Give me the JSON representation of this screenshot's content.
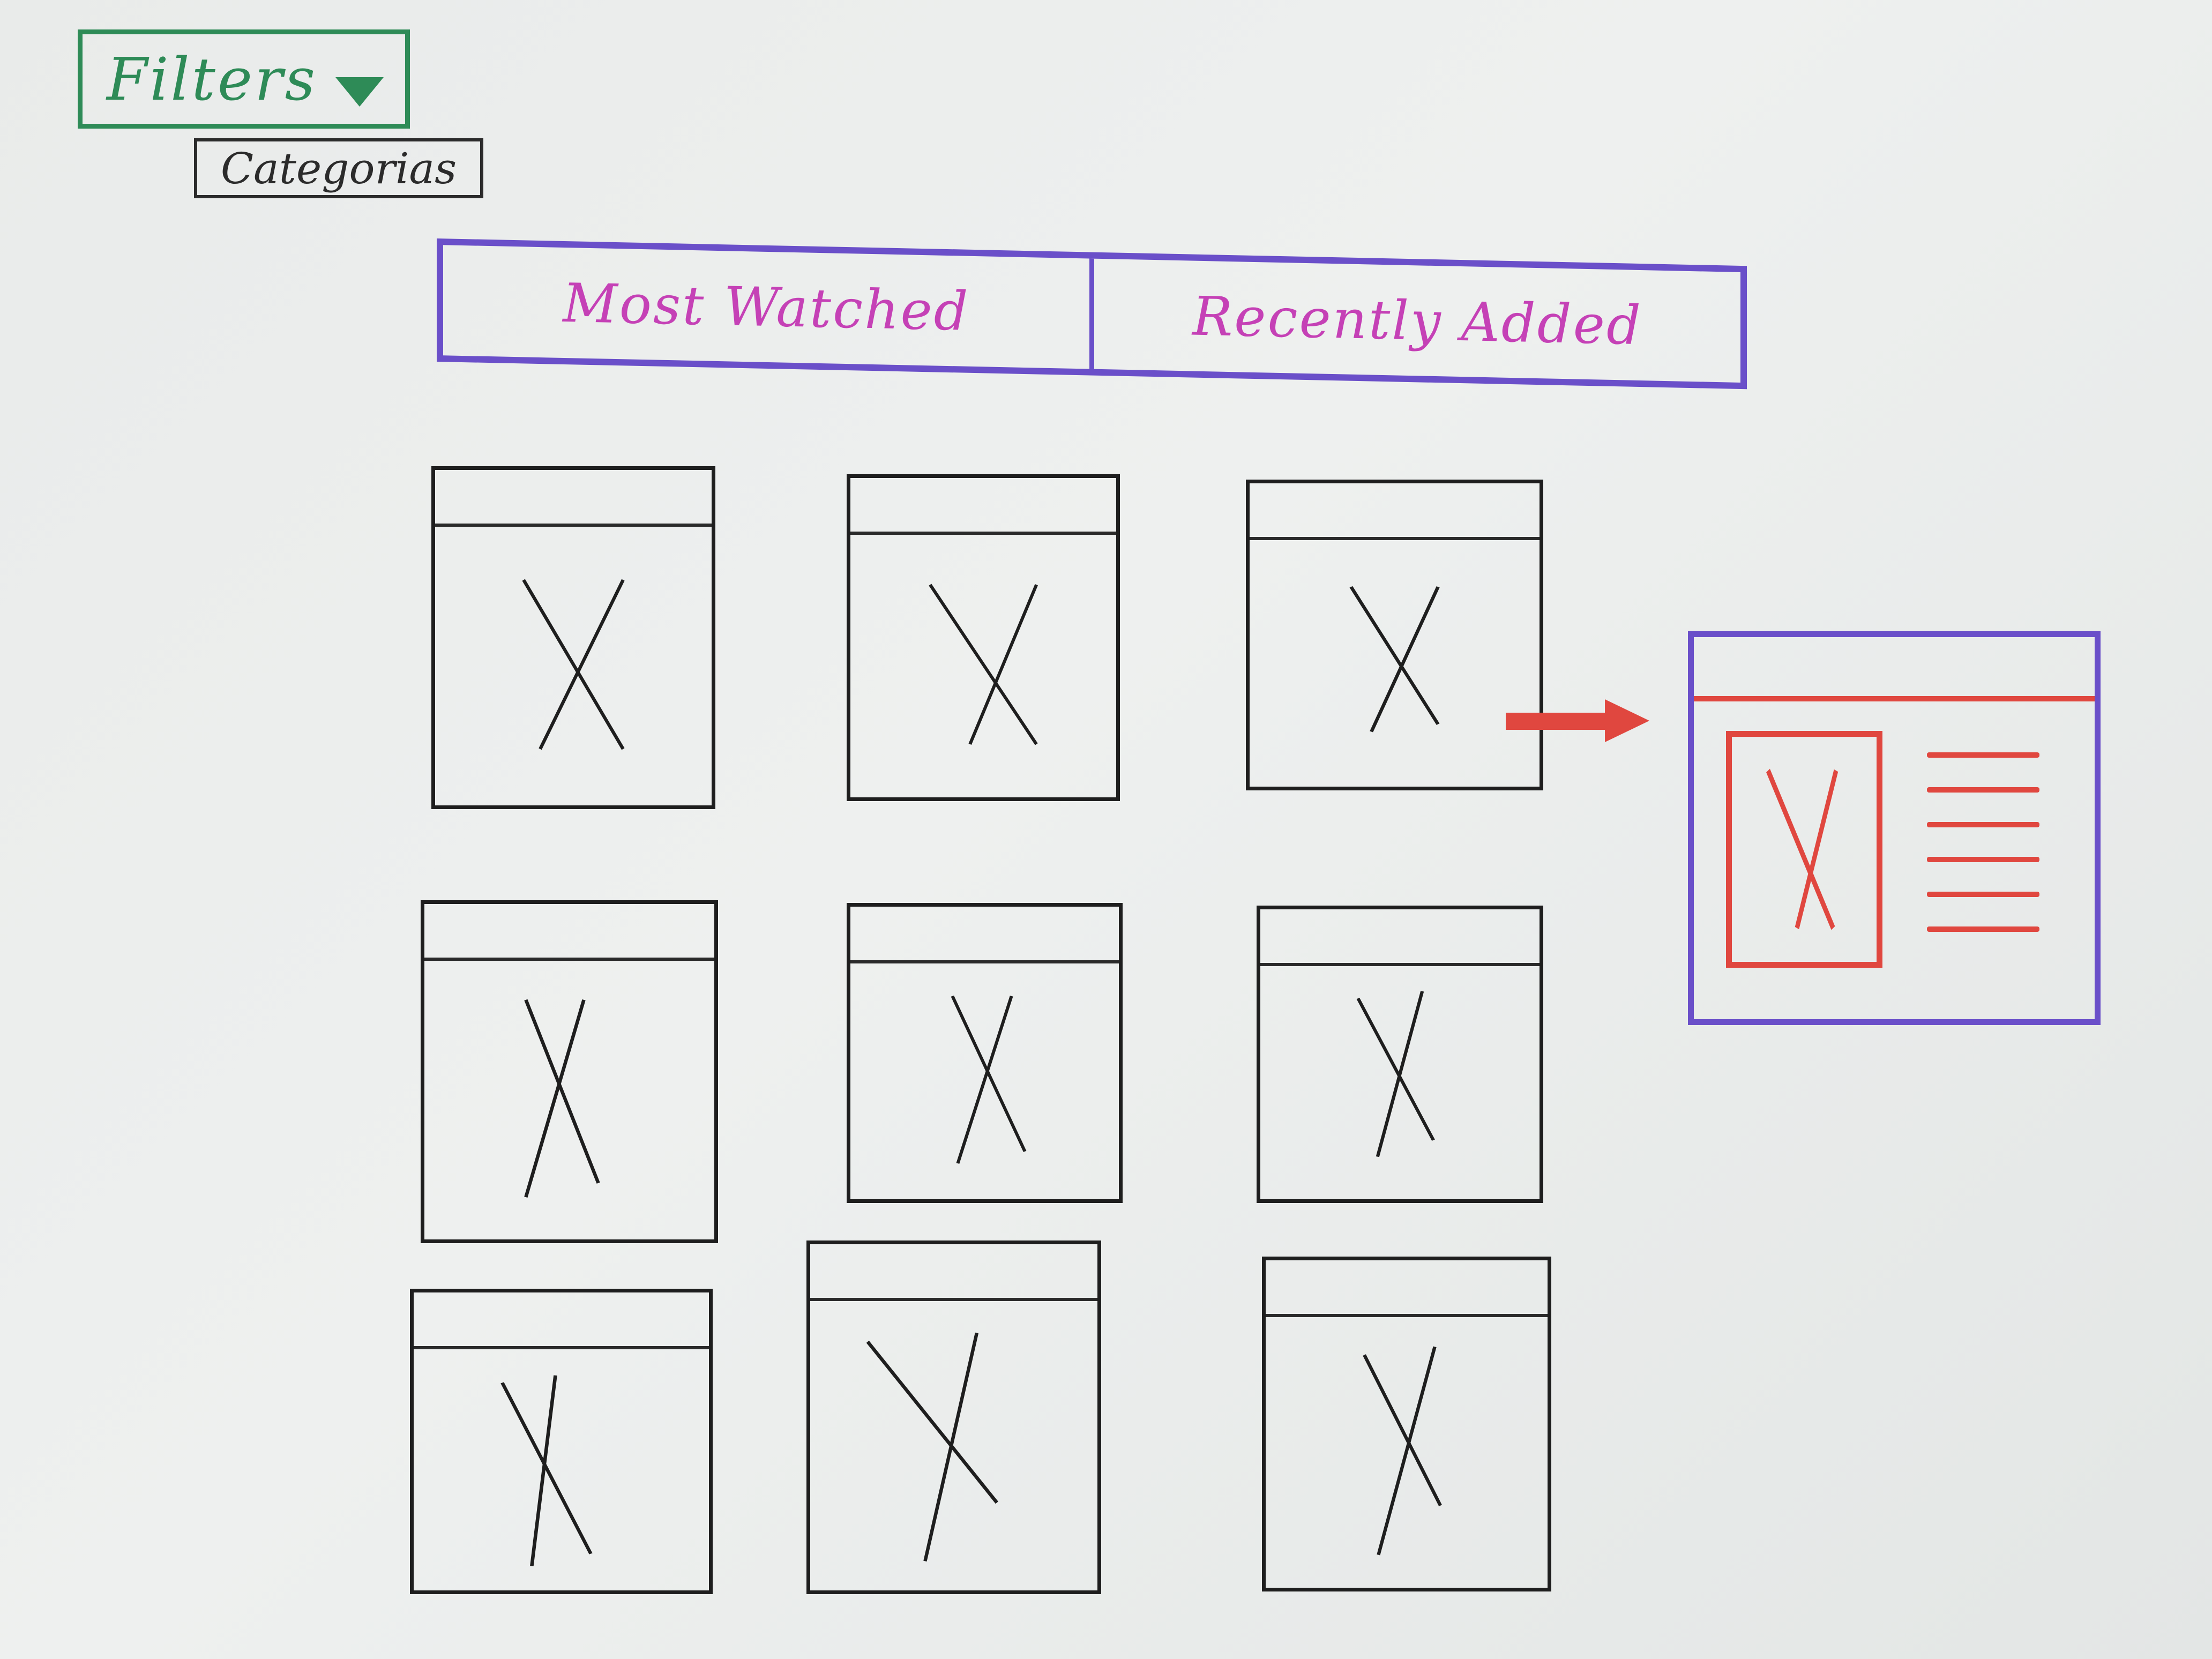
{
  "filters": {
    "label": "Filters",
    "option": "Categorias"
  },
  "tabs": [
    {
      "label": "Most Watched"
    },
    {
      "label": "Recently Added"
    }
  ],
  "grid": {
    "item_count": 9,
    "icon": "image-placeholder-icon"
  },
  "detail": {
    "icon": "image-placeholder-icon"
  },
  "colors": {
    "filters": "#2e8b57",
    "tabs_border": "#6a4fc9",
    "tabs_text": "#c541b6",
    "cards": "#1e1e1e",
    "detail_accent": "#e0473f"
  }
}
